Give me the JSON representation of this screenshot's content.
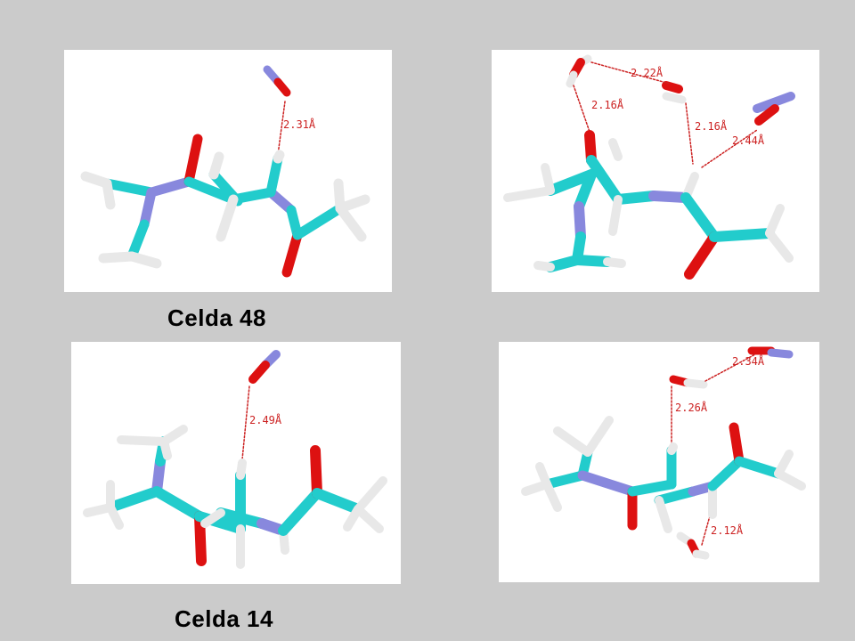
{
  "captions": {
    "top": "Celda 48",
    "bottom": "Celda 14"
  },
  "panels": [
    {
      "id": "panel-top-left",
      "distances": [
        "2.31Å"
      ]
    },
    {
      "id": "panel-top-right",
      "distances": [
        "2.22Å",
        "2.16Å",
        "2.16Å",
        "2.44Å"
      ]
    },
    {
      "id": "panel-bottom-left",
      "distances": [
        "2.49Å"
      ]
    },
    {
      "id": "panel-bottom-right",
      "distances": [
        "2.34Å",
        "2.26Å",
        "2.12Å"
      ]
    }
  ],
  "colors": {
    "carbon": "#22cccc",
    "nitrogen": "#8888dd",
    "oxygen": "#dd1111",
    "hydrogen": "#e8e8e8",
    "hbond": "#cc2222",
    "background": "#cbcbcb"
  }
}
